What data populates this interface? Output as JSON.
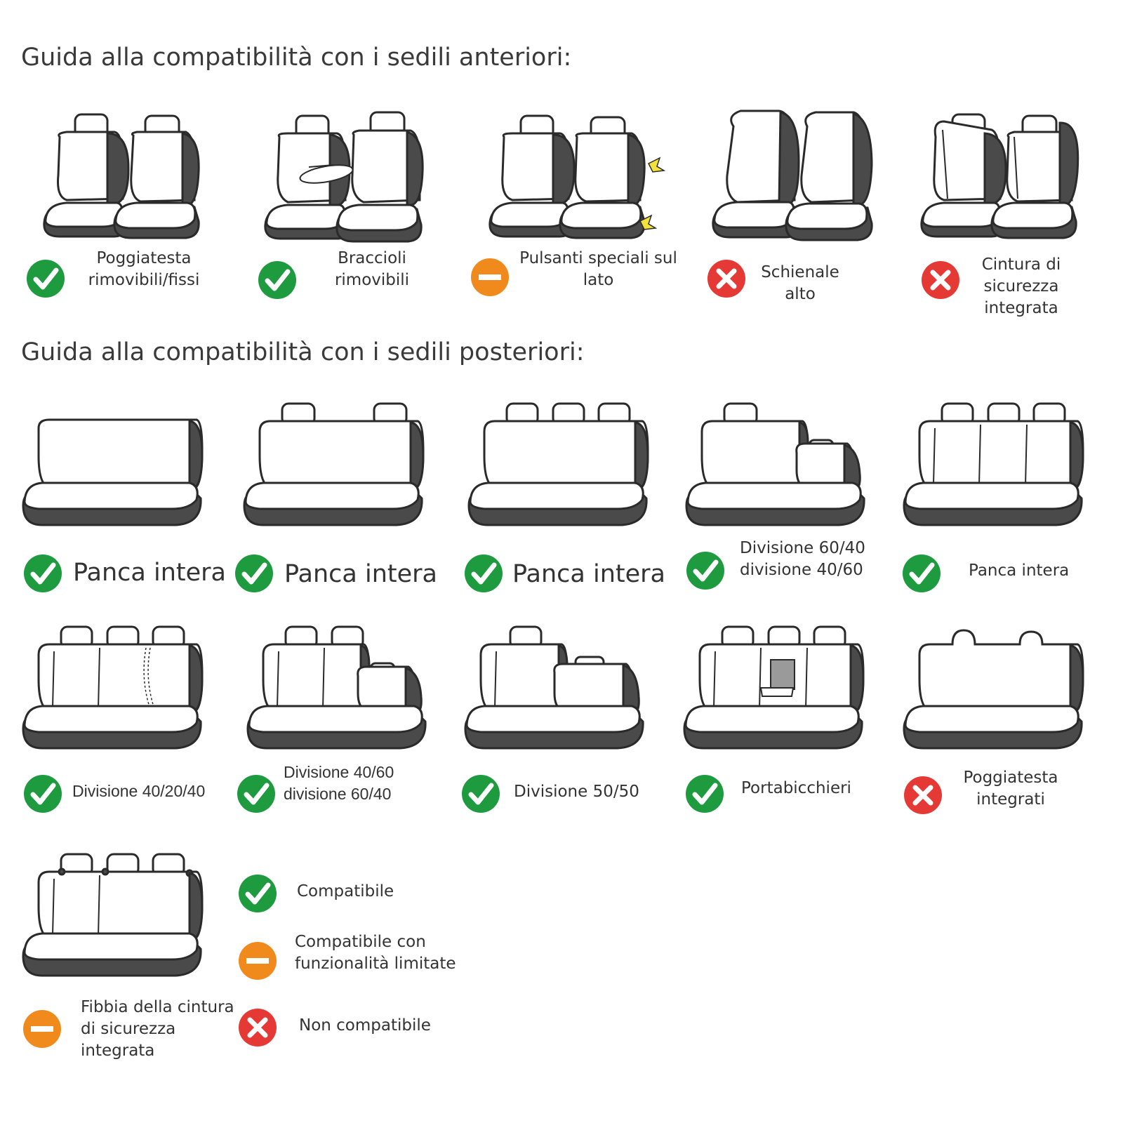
{
  "front": {
    "heading": "Guida alla compatibilità con i sedili anteriori:",
    "items": [
      {
        "label": "Poggiatesta rimovibili/fissi",
        "status": "compatible",
        "icon": "two-front-seats-icon"
      },
      {
        "label": "Braccioli rimovibili",
        "status": "compatible",
        "icon": "front-seats-armrest-icon"
      },
      {
        "label": "Pulsanti speciali sul lato",
        "status": "limited",
        "icon": "front-seats-side-buttons-icon"
      },
      {
        "label": "Schienale alto",
        "status": "incompatible",
        "icon": "high-back-seats-icon"
      },
      {
        "label": "Cintura di sicurezza integrata",
        "status": "incompatible",
        "icon": "integrated-belt-seats-icon"
      }
    ]
  },
  "rear": {
    "heading": "Guida alla compatibilità con i sedili posteriori:",
    "row1": [
      {
        "label": "Panca intera",
        "status": "compatible",
        "icon": "bench-no-headrest-icon"
      },
      {
        "label": "Panca intera",
        "status": "compatible",
        "icon": "bench-two-headrests-icon"
      },
      {
        "label": "Panca intera",
        "status": "compatible",
        "icon": "bench-three-headrests-icon"
      },
      {
        "label": "Divisione 60/40 divisione 40/60",
        "status": "compatible",
        "icon": "split-60-40-bench-icon"
      },
      {
        "label": "Panca intera",
        "status": "compatible",
        "icon": "segmented-bench-icon"
      }
    ],
    "row2": [
      {
        "label": "Divisione 40/20/40",
        "status": "compatible",
        "icon": "split-40-20-40-bench-icon"
      },
      {
        "label": "Divisione 40/60 divisione 60/40",
        "status": "compatible",
        "icon": "split-40-60-bench-icon"
      },
      {
        "label": "Divisione 50/50",
        "status": "compatible",
        "icon": "split-50-50-bench-icon"
      },
      {
        "label": "Portabicchieri",
        "status": "compatible",
        "icon": "cupholder-bench-icon"
      },
      {
        "label": "Poggiatesta integrati",
        "status": "incompatible",
        "icon": "integrated-headrest-bench-icon"
      }
    ],
    "row3": [
      {
        "label": "Fibbia della cintura di sicurezza integrata",
        "status": "limited",
        "icon": "integrated-buckle-bench-icon"
      }
    ]
  },
  "legend": [
    {
      "label": "Compatibile",
      "status": "compatible"
    },
    {
      "label": "Compatibile con funzionalità limitate",
      "status": "limited"
    },
    {
      "label": "Non compatibile",
      "status": "incompatible"
    }
  ],
  "colors": {
    "compatible": "#1e9b3e",
    "limited": "#f08a1c",
    "incompatible": "#e53935",
    "seat_dark": "#4a4a4a",
    "outline": "#2a2a2a",
    "arrow": "#f2e13a"
  }
}
